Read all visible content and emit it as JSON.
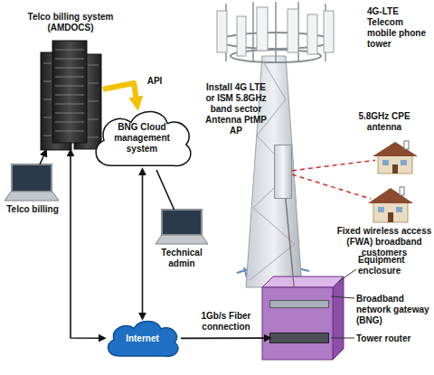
{
  "diagram": {
    "nodes": [
      {
        "text": [
          "Telco billing system (AMDOCS)"
        ]
      },
      {
        "text": [
          "Telco billing"
        ]
      },
      {
        "text": [
          "BNG Cloud management system"
        ]
      },
      {
        "text": [
          "Technical admin"
        ]
      },
      {
        "text": [
          "Internet"
        ]
      },
      {
        "text": [
          "4G-LTE Telecom mobile phone tower"
        ]
      },
      {
        "text": [
          "Install 4G LTE or ISM 5.8GHz band sector Antenna PtMP AP"
        ]
      },
      {
        "text": [
          "5.8GHz CPE antenna"
        ]
      },
      {
        "text": [
          "Fixed wireless access (FWA) broadband customers"
        ]
      },
      {
        "text": [
          "Equipment enclosure"
        ]
      },
      {
        "text": [
          "Broadband network gateway (BNG)"
        ],
        "in": 9
      },
      {
        "text": [
          "Tower router"
        ],
        "in": 9
      }
    ],
    "edges": [
      {
        "from": 1,
        "to": 0,
        "arrow": "to"
      },
      {
        "from": 0,
        "to": 2,
        "label": "API",
        "arrow": "to"
      },
      {
        "from": 0,
        "to": 4,
        "arrow": "both"
      },
      {
        "from": 2,
        "to": 4,
        "arrow": "both"
      },
      {
        "from": 4,
        "to": 11,
        "label": "1Gb/s Fiber connection",
        "arrow": "to"
      },
      {
        "from": 6,
        "to": 7,
        "arrow": "none"
      },
      {
        "from": 6,
        "to": 8,
        "arrow": "none"
      },
      {
        "from": 9,
        "to": 6,
        "arrow": "none"
      },
      {
        "from": 3,
        "to": 2,
        "arrow": "none"
      }
    ]
  }
}
